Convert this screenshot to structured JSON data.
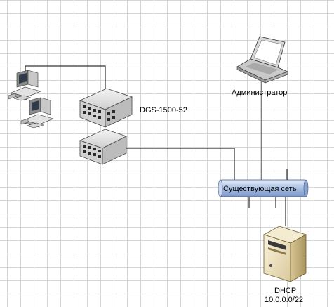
{
  "labels": {
    "switch": "DGS-1500-52",
    "admin": "Администратор",
    "network": "Существующая сеть",
    "dhcp_name": "DHCP",
    "dhcp_subnet": "10.0.0.0/22"
  },
  "colors": {
    "bus": "#b7c9e4",
    "device": "#e5e5e5",
    "server": "#f0e6c8",
    "line": "#000000"
  }
}
